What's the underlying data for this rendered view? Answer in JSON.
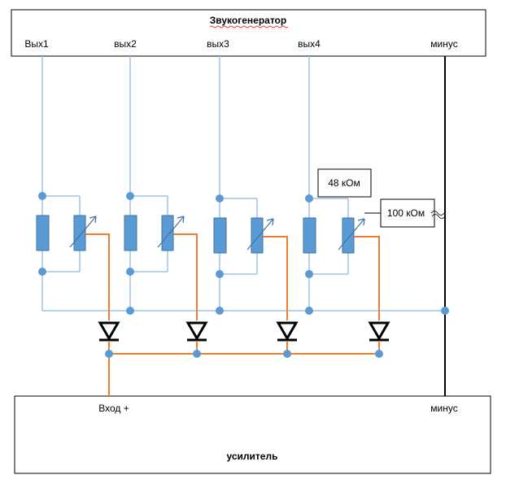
{
  "generator": {
    "title": "Звукогенератор",
    "outputs": [
      "Вых1",
      "вых2",
      "вых3",
      "вых4"
    ],
    "minus": "минус"
  },
  "amplifier": {
    "title": "усилитель",
    "input": "Вход +",
    "minus": "минус"
  },
  "callouts": {
    "resistor": "48 кОм",
    "potentiometer": "100 кОм"
  },
  "colors": {
    "component": "#5b9bd5",
    "component_border": "#41719c",
    "signal_wire": "#9dc3e6",
    "output_wire": "#ed7d31",
    "ground_wire": "#000000",
    "diode": "#000000"
  }
}
